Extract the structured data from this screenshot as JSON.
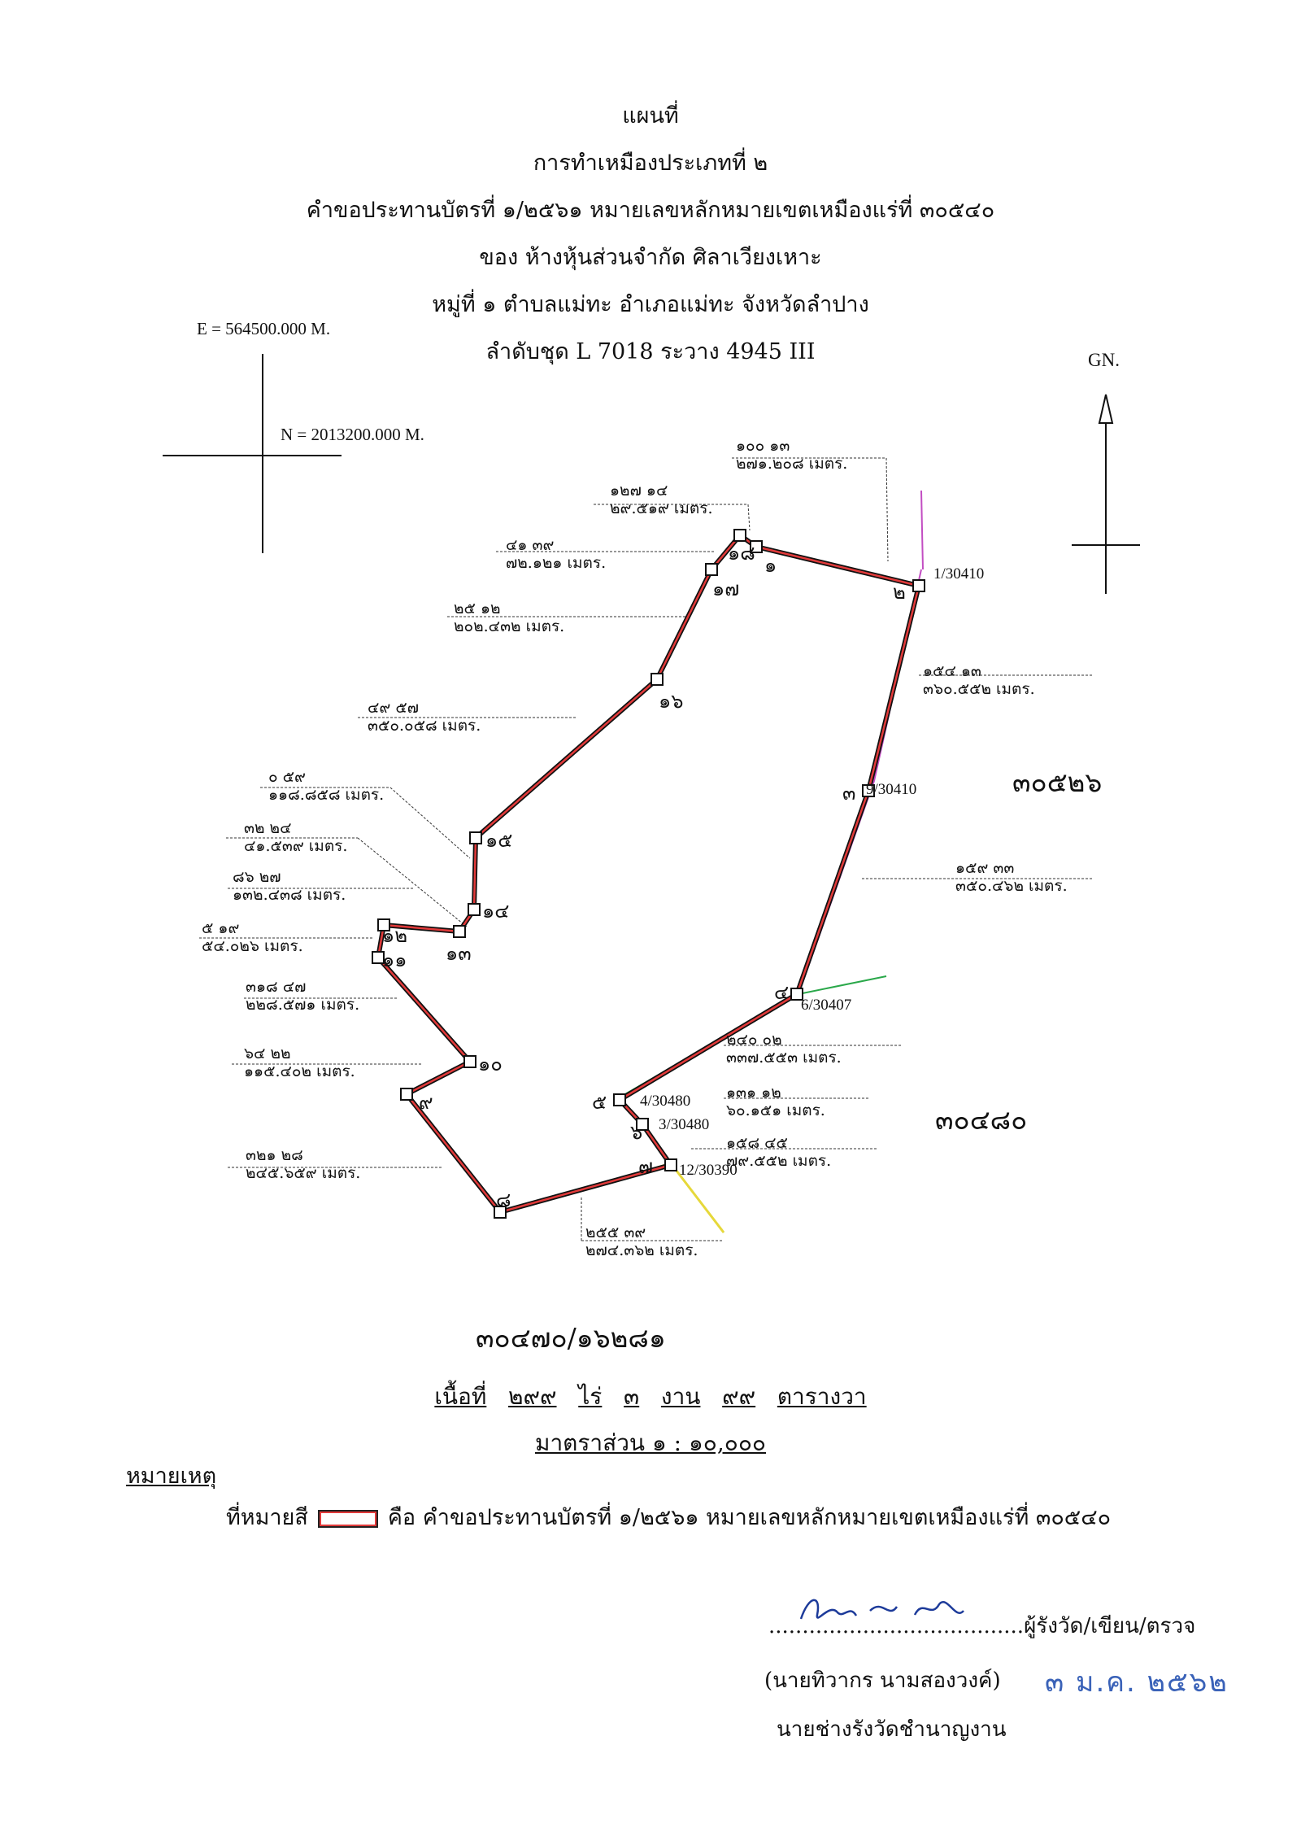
{
  "header": {
    "line1": "แผนที่",
    "line2": "การทำเหมืองประเภทที่ ๒",
    "line3": "คำขอประทานบัตรที่ ๑/๒๕๖๑ หมายเลขหลักหมายเขตเหมืองแร่ที่ ๓๐๕๔๐",
    "line4": "ของ ห้างหุ้นส่วนจำกัด ศิลาเวียงเหาะ",
    "line5": "หมู่ที่ ๑ ตำบลแม่ทะ อำเภอแม่ทะ จังหวัดลำปาง",
    "line6": "ลำดับชุด L 7018 ระวาง 4945 III"
  },
  "grid": {
    "easting": "E = 564500.000 M.",
    "northing": "N = 2013200.000 M."
  },
  "north_label": "GN.",
  "parcels": {
    "east_upper": "๓๐๕๒๖",
    "east_lower": "๓๐๔๘๐",
    "south": "๓๐๔๗๐/๑๖๒๘๑"
  },
  "points": [
    {
      "label": "๑"
    },
    {
      "label": "๒"
    },
    {
      "label": "๓"
    },
    {
      "label": "๔"
    },
    {
      "label": "๕"
    },
    {
      "label": "๖"
    },
    {
      "label": "๗"
    },
    {
      "label": "๘"
    },
    {
      "label": "๙"
    },
    {
      "label": "๑๐"
    },
    {
      "label": "๑๑"
    },
    {
      "label": "๑๒"
    },
    {
      "label": "๑๓"
    },
    {
      "label": "๑๔"
    },
    {
      "label": "๑๕"
    },
    {
      "label": "๑๖"
    },
    {
      "label": "๑๗"
    },
    {
      "label": "๑๘"
    }
  ],
  "reference_marks": [
    {
      "label": "1/30410"
    },
    {
      "label": "9/30410"
    },
    {
      "label": "6/30407"
    },
    {
      "label": "4/30480"
    },
    {
      "label": "3/30480"
    },
    {
      "label": "12/30390"
    }
  ],
  "bearings": [
    {
      "angle": "๑๐๐ ๑๓",
      "distance": "๒๗๑.๒๐๘ เมตร."
    },
    {
      "angle": "๑๒๗ ๑๔",
      "distance": "๒๙.๕๑๙ เมตร."
    },
    {
      "angle": "๔๑ ๓๙",
      "distance": "๗๒.๑๒๑ เมตร."
    },
    {
      "angle": "๒๕ ๑๒",
      "distance": "๒๐๒.๔๓๒ เมตร."
    },
    {
      "angle": "๔๙ ๕๗",
      "distance": "๓๕๐.๐๕๘ เมตร."
    },
    {
      "angle": "๐ ๕๙",
      "distance": "๑๑๘.๘๕๘ เมตร."
    },
    {
      "angle": "๓๒ ๒๔",
      "distance": "๔๑.๕๓๙ เมตร."
    },
    {
      "angle": "๘๖ ๒๗",
      "distance": "๑๓๒.๔๓๘ เมตร."
    },
    {
      "angle": "๕ ๑๙",
      "distance": "๕๔.๐๒๖ เมตร."
    },
    {
      "angle": "๓๑๘ ๔๗",
      "distance": "๒๒๘.๕๗๑ เมตร."
    },
    {
      "angle": "๖๔ ๒๒",
      "distance": "๑๑๕.๔๐๒ เมตร."
    },
    {
      "angle": "๓๒๑ ๒๘",
      "distance": "๒๔๕.๖๕๙ เมตร."
    },
    {
      "angle": "๒๕๕ ๓๙",
      "distance": "๒๗๔.๓๖๒ เมตร."
    },
    {
      "angle": "๑๕๘ ๔๕",
      "distance": "๗๙.๕๕๒ เมตร."
    },
    {
      "angle": "๑๓๑ ๑๒",
      "distance": "๖๐.๑๕๑ เมตร."
    },
    {
      "angle": "๒๔๐ ๐๒",
      "distance": "๓๓๗.๕๕๓ เมตร."
    },
    {
      "angle": "๑๕๙ ๓๓",
      "distance": "๓๕๐.๔๖๒ เมตร."
    },
    {
      "angle": "๑๕๔ ๑๓",
      "distance": "๓๖๐.๕๕๒ เมตร."
    }
  ],
  "area": {
    "label": "เนื้อที่",
    "rai": "๒๙๙",
    "rai_unit": "ไร่",
    "ngan": "๓",
    "ngan_unit": "งาน",
    "wa": "๙๙",
    "wa_unit": "ตารางวา"
  },
  "scale": "มาตราส่วน ๑ : ๑๐,๐๐๐",
  "remarks": {
    "title": "หมายเหตุ",
    "prefix": "ที่หมายสี",
    "text": "คือ คำขอประทานบัตรที่ ๑/๒๕๖๑ หมายเลขหลักหมายเขตเหมืองแร่ที่ ๓๐๕๔๐",
    "legend_color": "#e23a3a"
  },
  "signature": {
    "dots": "......................................",
    "role": "ผู้รังวัด/เขียน/ตรวจ",
    "name": "(นายทิวากร นามสองวงค์)",
    "position": "นายช่างรังวัดชำนาญงาน",
    "date_stamp": "๓ ม.ค. ๒๕๖๒"
  },
  "colors": {
    "boundary_red": "#e23a3a",
    "boundary_black": "#111111",
    "adjacent_green": "#2aa84a",
    "adjacent_magenta": "#c24dc2",
    "adjacent_yellow": "#e6d83a",
    "stamp_blue": "#3a62b8"
  }
}
